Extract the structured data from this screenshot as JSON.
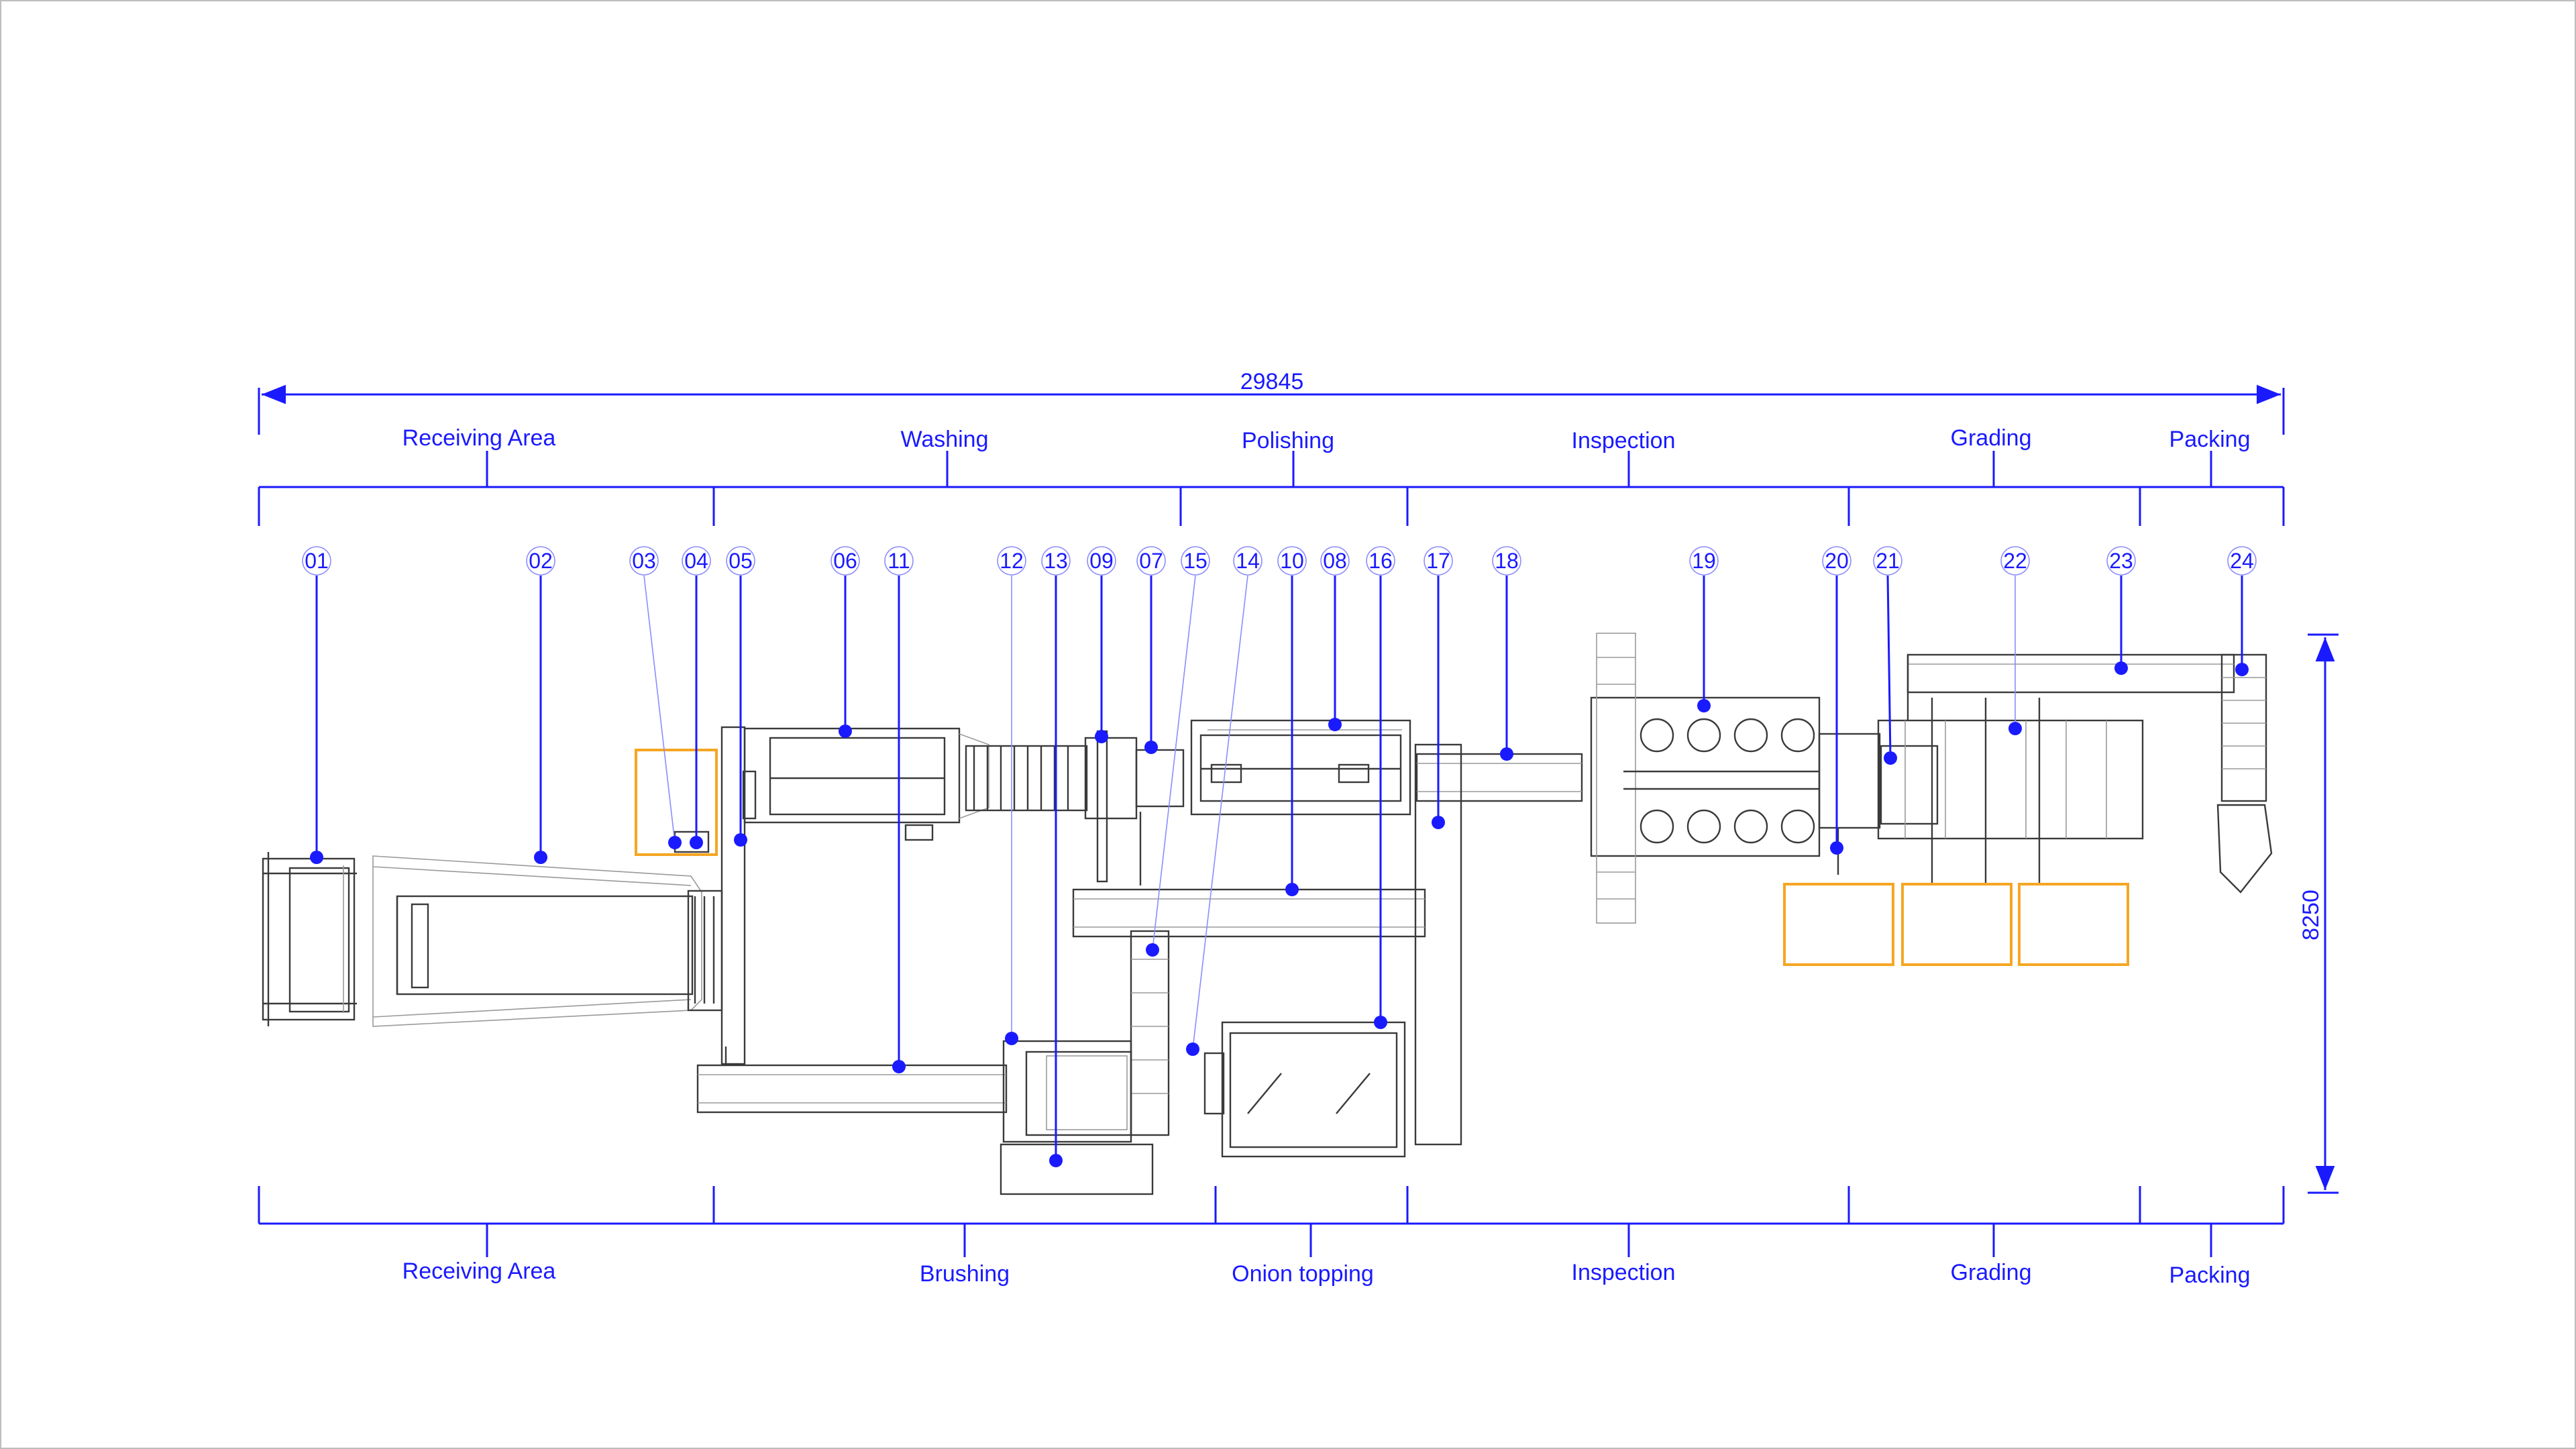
{
  "overall_length": "29845",
  "overall_width": "8250",
  "top_sections": [
    "Receiving Area",
    "Washing",
    "Polishing",
    "Inspection",
    "Grading",
    "Packing"
  ],
  "bottom_sections": [
    "Receiving Area",
    "Brushing",
    "Onion topping",
    "Inspection",
    "Grading",
    "Packing"
  ],
  "callouts": [
    "01",
    "02",
    "03",
    "04",
    "05",
    "06",
    "11",
    "12",
    "13",
    "09",
    "07",
    "15",
    "14",
    "10",
    "08",
    "16",
    "17",
    "18",
    "19",
    "20",
    "21",
    "22",
    "23",
    "24"
  ],
  "colors": {
    "annotation": "#1a1aff",
    "machinery": "#3a3a3a",
    "bins": "#f5a623"
  }
}
